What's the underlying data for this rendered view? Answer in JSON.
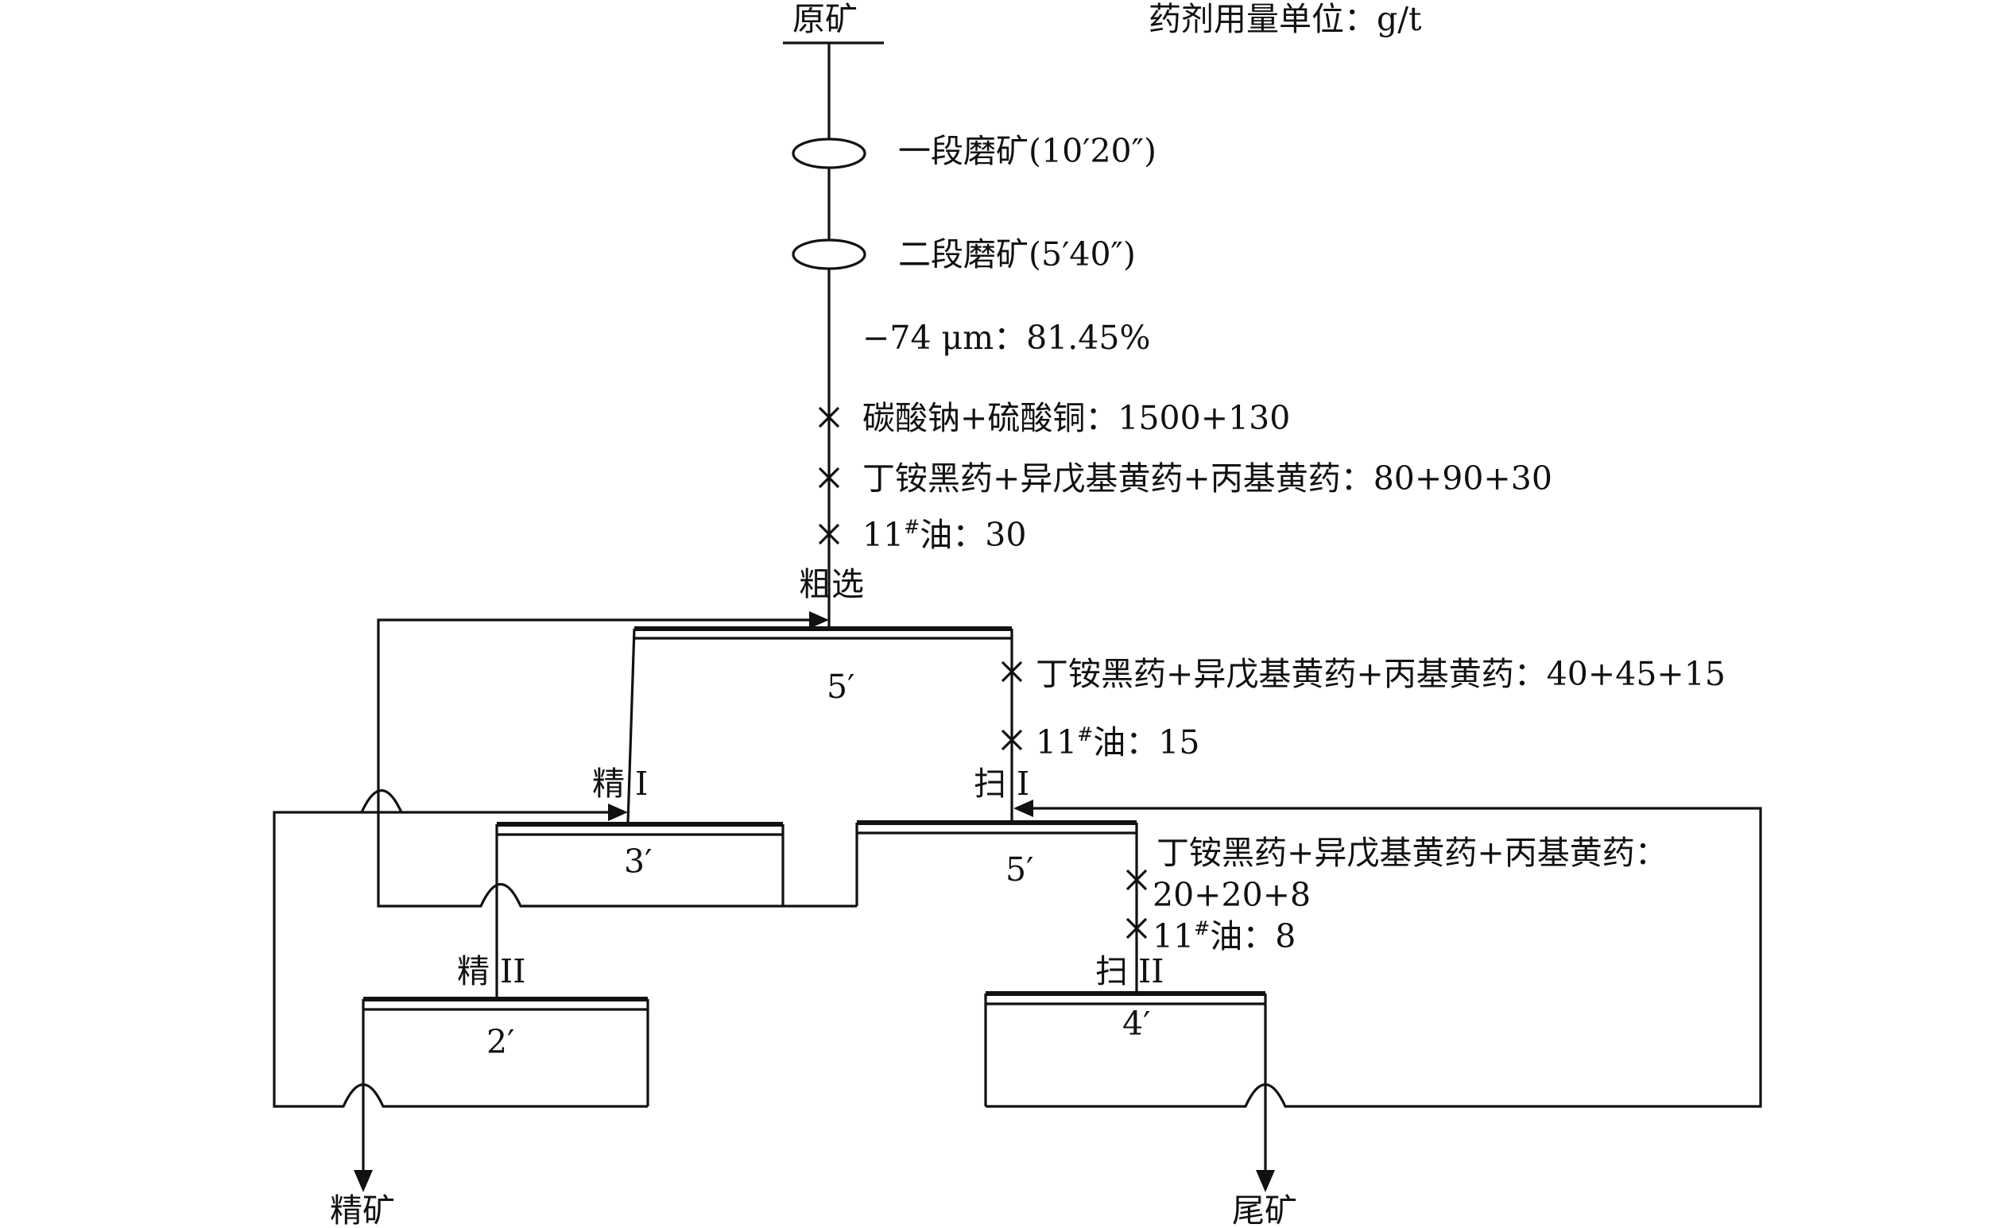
{
  "header": {
    "feed": "原矿",
    "unit_note": "药剂用量单位：g/t"
  },
  "grinding": {
    "stage1": "一段磨矿(10′20″)",
    "stage2": "二段磨矿(5′40″)",
    "fineness": "−74 μm：81.45%"
  },
  "rougher_reagents": {
    "line1": "碳酸钠+硫酸铜：1500+130",
    "line2": "丁铵黑药+异戊基黄药+丙基黄药：80+90+30",
    "line3_pre": "11",
    "line3_sup": "#",
    "line3_post": "油：30"
  },
  "rougher": {
    "name": "粗选",
    "time": "5′"
  },
  "scavenger1_reagents": {
    "line1": "丁铵黑药+异戊基黄药+丙基黄药：40+45+15",
    "line2_pre": "11",
    "line2_sup": "#",
    "line2_post": "油：15"
  },
  "cleaner1": {
    "name": "精 I",
    "time": "3′"
  },
  "scavenger1": {
    "name": "扫 I",
    "time": "5′"
  },
  "scavenger2_reagents": {
    "line1": "丁铵黑药+异戊基黄药+丙基黄药：",
    "line2": "20+20+8",
    "line3_pre": "11",
    "line3_sup": "#",
    "line3_post": "油：8"
  },
  "cleaner2": {
    "name": "精 II",
    "time": "2′"
  },
  "scavenger2": {
    "name": "扫 II",
    "time": "4′"
  },
  "products": {
    "concentrate": "精矿",
    "tailings": "尾矿"
  }
}
